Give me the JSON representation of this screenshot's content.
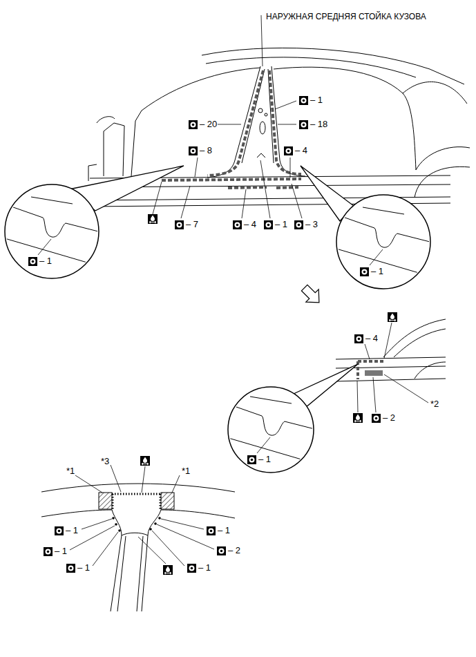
{
  "diagram": {
    "labels": [
      "НАРУЖНАЯ СРЕДНЯЯ СТОЙКА КУЗОВА",
      "– 1",
      "– 20",
      "– 18",
      "– 8",
      "– 4",
      "– 7",
      "– 4",
      "– 1",
      "– 3",
      "– 1",
      "– 1",
      "– 4",
      "– 2",
      "*2",
      "– 1",
      "*3",
      "*1",
      "*1",
      "– 1",
      "– 1",
      "– 1",
      "– 1",
      "– 2",
      "– 1"
    ]
  }
}
